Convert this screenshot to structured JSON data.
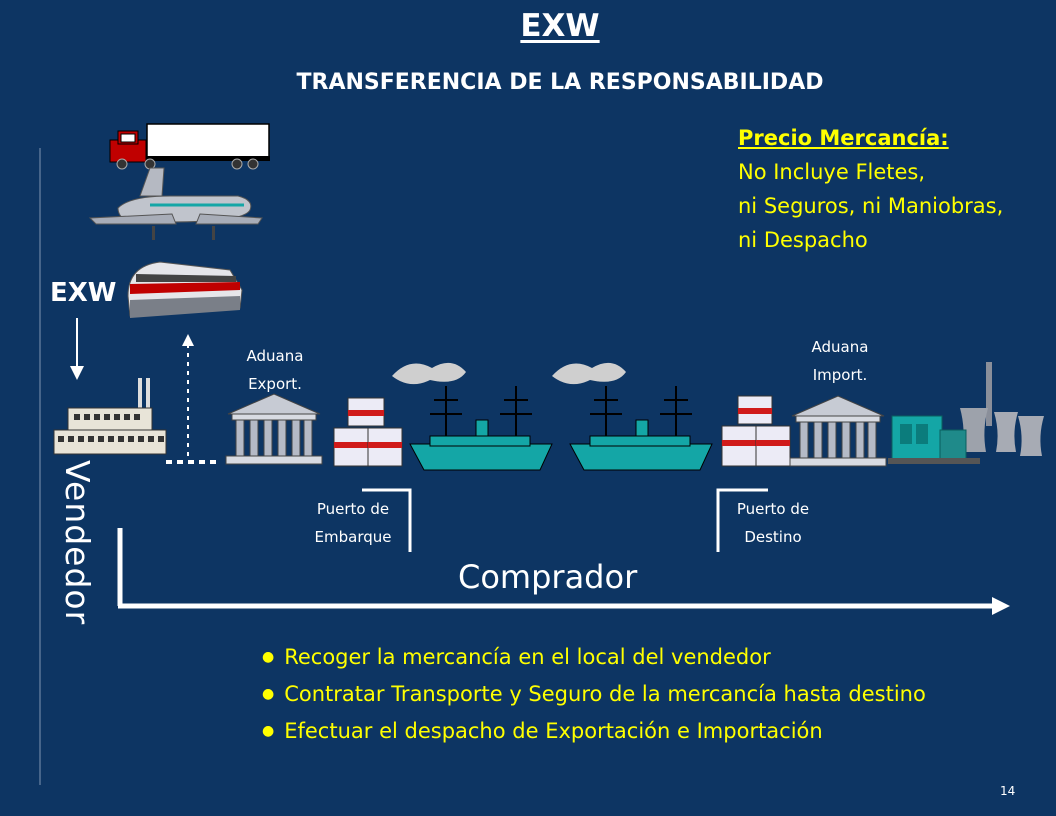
{
  "title": "EXW",
  "subtitle": "TRANSFERENCIA DE LA RESPONSABILIDAD",
  "price_box": {
    "title": "Precio Mercancía:",
    "lines": [
      "No Incluye Fletes,",
      "ni Seguros, ni Maniobras,",
      "ni Despacho"
    ]
  },
  "diagram": {
    "exw_label": "EXW",
    "aduana_export": [
      "Aduana",
      "Export."
    ],
    "aduana_import": [
      "Aduana",
      "Import."
    ],
    "puerto_embarque": [
      "Puerto de",
      "Embarque"
    ],
    "puerto_destino": [
      "Puerto de",
      "Destino"
    ],
    "comprador": "Comprador",
    "vendedor": "Vendedor"
  },
  "bullets": [
    "Recoger la mercancía en el local del vendedor",
    "Contratar Transporte y Seguro de la mercancía hasta destino",
    "Efectuar el despacho de Exportación e Importación"
  ],
  "page_number": "14",
  "colors": {
    "background": "#0d3563",
    "highlight": "#ffff00",
    "text": "#ffffff"
  }
}
